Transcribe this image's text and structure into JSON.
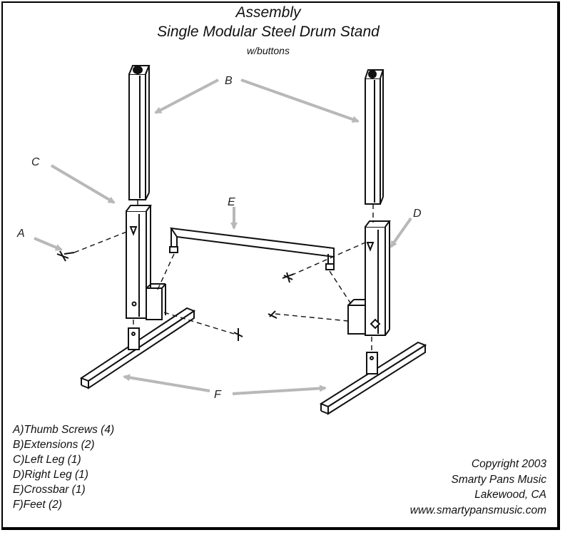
{
  "header": {
    "title": "Assembly",
    "subtitle": "Single Modular Steel Drum Stand",
    "note": "w/buttons"
  },
  "labels": {
    "a": "A",
    "b": "B",
    "c": "C",
    "d": "D",
    "e": "E",
    "f": "F"
  },
  "legend": [
    "A)Thumb Screws (4)",
    "B)Extensions (2)",
    "C)Left Leg (1)",
    "D)Right Leg (1)",
    "E)Crossbar (1)",
    "F)Feet (2)"
  ],
  "copyright": {
    "line1": "Copyright 2003",
    "line2": "Smarty Pans Music",
    "line3": "Lakewood, CA",
    "line4": "www.smartypansmusic.com"
  },
  "colors": {
    "line": "#111111",
    "arrow": "#b8b8b8",
    "border": "#000000"
  }
}
